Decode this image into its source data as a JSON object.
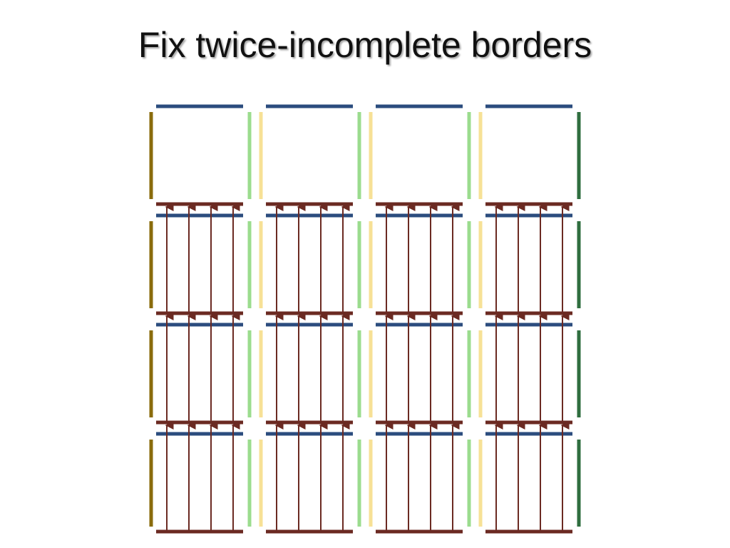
{
  "slide": {
    "title": "Fix twice-incomplete borders"
  },
  "diagram": {
    "rows": 4,
    "cols": 4,
    "arrows_per_cell": 4,
    "arrow_direction": "up",
    "arrows_in_first_row": false,
    "colors": {
      "top_border": "#2b4c7e",
      "bottom_border": "#6b2a22",
      "left_border_outer": "#8a6c0c",
      "left_border_inner": "#f7e196",
      "right_border_outer": "#2f6e3f",
      "right_border_inner": "#9bdc8e",
      "arrow": "#6b2a22"
    }
  }
}
